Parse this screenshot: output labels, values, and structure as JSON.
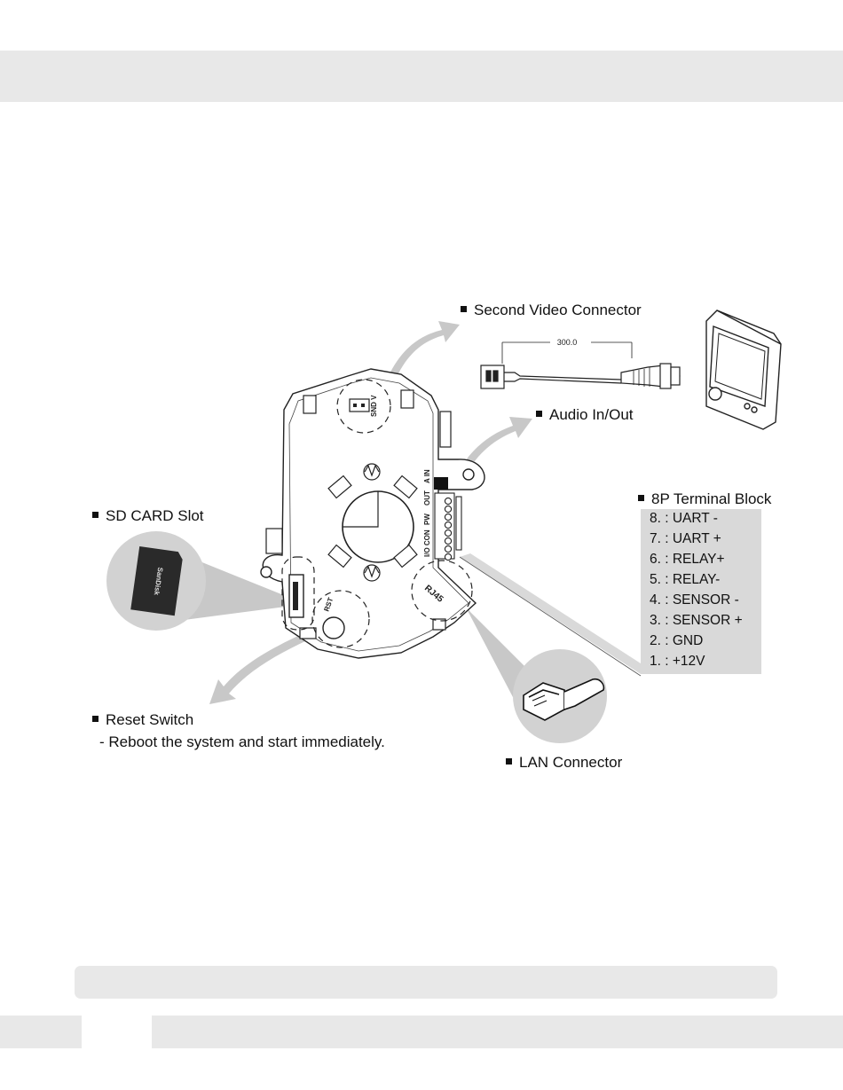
{
  "labels": {
    "second_video": "Second Video Connector",
    "audio": "Audio In/Out",
    "terminal_block": "8P Terminal Block",
    "sd_card": "SD CARD Slot",
    "reset_switch": "Reset Switch",
    "reset_note": "- Reboot the system and start immediately.",
    "lan": "LAN Connector"
  },
  "cable_dimension": "300.0",
  "terminal_pins": [
    "8. : UART -",
    "7. : UART +",
    "6. : RELAY+",
    "5. : RELAY-",
    "4. : SENSOR -",
    "3. : SENSOR +",
    "2. : GND",
    "1. : +12V"
  ],
  "board_markings": {
    "snd_v": "SND V",
    "a_in": "A IN",
    "out": "OUT",
    "pw": "PW",
    "io_con": "I/O CON",
    "rst": "RST",
    "rj45": "RJ45",
    "sd_brand": "SanDisk"
  },
  "colors": {
    "band": "#e8e8e8",
    "arrow": "#c8c8c8",
    "terminal_bg": "#d9d9d9",
    "line": "#222222"
  }
}
